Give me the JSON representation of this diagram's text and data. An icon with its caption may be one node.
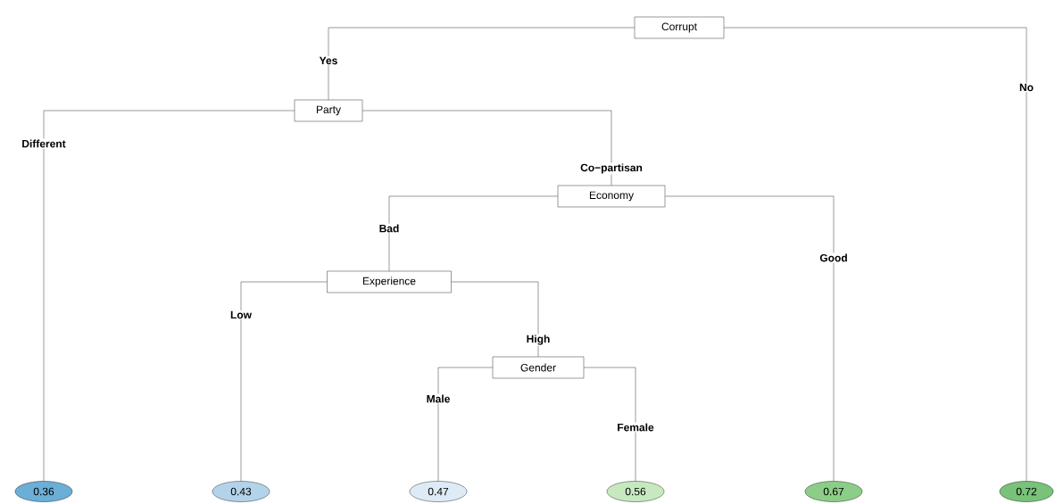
{
  "diagram": {
    "nodes": [
      {
        "text": [
          "Corrupt"
        ]
      },
      {
        "text": [
          "Party"
        ]
      },
      {
        "text": [
          "Economy"
        ]
      },
      {
        "text": [
          "Experience"
        ]
      },
      {
        "text": [
          "Gender"
        ]
      },
      {
        "text": [
          "0.36"
        ]
      },
      {
        "text": [
          "0.43"
        ]
      },
      {
        "text": [
          "0.47"
        ]
      },
      {
        "text": [
          "0.56"
        ]
      },
      {
        "text": [
          "0.67"
        ]
      },
      {
        "text": [
          "0.72"
        ]
      }
    ],
    "edges": [
      {
        "from": 0,
        "to": 1,
        "arrow": "none",
        "label": "Yes"
      },
      {
        "from": 0,
        "to": 10,
        "arrow": "none",
        "label": "No"
      },
      {
        "from": 1,
        "to": 5,
        "arrow": "none",
        "label": "Different"
      },
      {
        "from": 1,
        "to": 2,
        "arrow": "none",
        "label": "Co−partisan"
      },
      {
        "from": 2,
        "to": 3,
        "arrow": "none",
        "label": "Bad"
      },
      {
        "from": 2,
        "to": 9,
        "arrow": "none",
        "label": "Good"
      },
      {
        "from": 3,
        "to": 6,
        "arrow": "none",
        "label": "Low"
      },
      {
        "from": 3,
        "to": 4,
        "arrow": "none",
        "label": "High"
      },
      {
        "from": 4,
        "to": 7,
        "arrow": "none",
        "label": "Male"
      },
      {
        "from": 4,
        "to": 8,
        "arrow": "none",
        "label": "Female"
      }
    ]
  }
}
